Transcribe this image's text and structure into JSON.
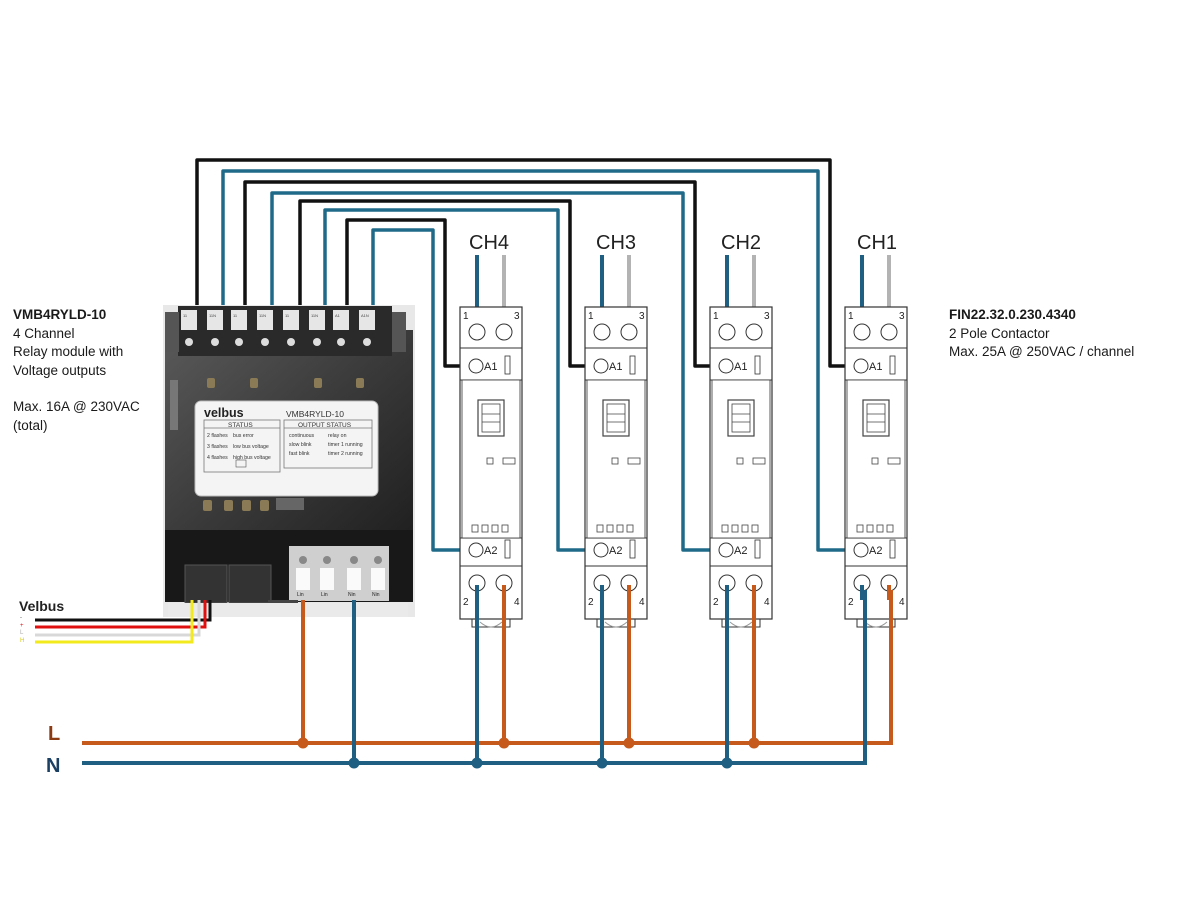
{
  "relay_module": {
    "model": "VMB4RYLD-10",
    "lines": [
      "4 Channel",
      "Relay module with",
      "Voltage outputs",
      "",
      "Max. 16A @ 230VAC",
      "(total)"
    ],
    "label_brand": "velbus",
    "label_model": "VMB4RYLD-10",
    "status_header": "STATUS",
    "status_rows": [
      [
        "2 flashes",
        "bus error"
      ],
      [
        "3 flashes",
        "low bus voltage"
      ],
      [
        "4 flashes",
        "high bus voltage"
      ]
    ],
    "output_header": "OUTPUT STATUS",
    "output_rows": [
      [
        "continuous",
        "relay on"
      ],
      [
        "slow blink",
        "timer 1 running"
      ],
      [
        "fast blink",
        "timer 2 running"
      ]
    ],
    "top_terminals": [
      "11",
      "11N",
      "11",
      "11N",
      "11",
      "11N",
      "A1",
      "A1N"
    ],
    "bottom_terminals": [
      "Lin",
      "Lin",
      "Nin",
      "Nin"
    ]
  },
  "contactor": {
    "model": "FIN22.32.0.230.4340",
    "lines": [
      "2 Pole Contactor",
      "Max. 25A @ 250VAC / channel"
    ],
    "terminal_labels": {
      "t1": "1",
      "t3": "3",
      "a1": "A1",
      "a2": "A2",
      "t2": "2",
      "t4": "4"
    }
  },
  "channels": [
    "CH4",
    "CH3",
    "CH2",
    "CH1"
  ],
  "bus": {
    "label": "Velbus",
    "wire_labels": [
      "-",
      "+",
      "L",
      "H"
    ]
  },
  "mains": {
    "line_label": "L",
    "neutral_label": "N"
  },
  "colors": {
    "line": "#c55a1c",
    "neutral": "#1f5f82",
    "control_black": "#111111",
    "control_blue": "#1f6a88",
    "input_grey": "#b3b3b3",
    "bus_black": "#111111",
    "bus_red": "#e01010",
    "bus_white": "#d8d8d8",
    "bus_yellow": "#f3ea1e",
    "label_L": "#8b3a12",
    "label_N": "#1b3f63"
  }
}
